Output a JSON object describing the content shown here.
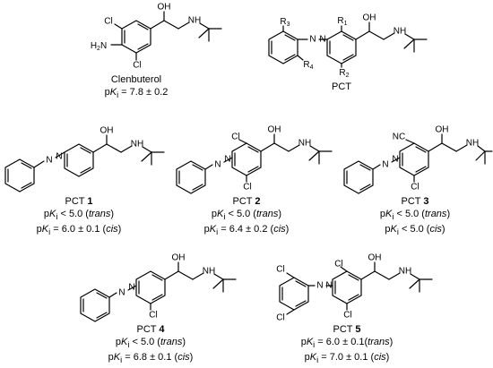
{
  "compounds": {
    "clenbuterol": {
      "name": "Clenbuterol",
      "value_prefix": "p",
      "value_k": "K",
      "value_sub": "i",
      "value_rest": " = 7.8 ± 0.2",
      "atoms": {
        "oh": "OH",
        "nh": "NH",
        "h2n": "H",
        "h2n_sub": "2",
        "h2n_n": "N",
        "cl_top": "Cl",
        "cl_bot": "Cl"
      }
    },
    "pct": {
      "name": "PCT",
      "atoms": {
        "oh": "OH",
        "nh": "NH",
        "r1": "R",
        "r1_sub": "1",
        "r2": "R",
        "r2_sub": "2",
        "r3": "R",
        "r3_sub": "3",
        "r4": "R",
        "r4_sub": "4",
        "n1": "N",
        "n2": "N"
      }
    },
    "pct1": {
      "label": "PCT ",
      "number": "1",
      "line1_value": "< 5.0 (",
      "line1_isomer": "trans",
      "line1_end": ")",
      "line2_value": " = 6.0 ± 0.1 (",
      "line2_isomer": "cis",
      "line2_end": ")",
      "atoms": {
        "oh": "OH",
        "nh": "NH",
        "n1": "N",
        "n2": "N"
      }
    },
    "pct2": {
      "label": "PCT ",
      "number": "2",
      "line1_value": "< 5.0 (",
      "line1_isomer": "trans",
      "line1_end": ")",
      "line2_value": " = 6.4 ± 0.2 (",
      "line2_isomer": "cis",
      "line2_end": ")",
      "atoms": {
        "oh": "OH",
        "nh": "NH",
        "cl_top": "Cl",
        "cl_bot": "Cl",
        "n1": "N",
        "n2": "N"
      }
    },
    "pct3": {
      "label": "PCT ",
      "number": "3",
      "line1_value": "< 5.0 (",
      "line1_isomer": "trans",
      "line1_end": ")",
      "line2_value": "< 5.0 (",
      "line2_isomer": "cis",
      "line2_end": ")",
      "atoms": {
        "oh": "OH",
        "nh": "NH",
        "nc": "NC",
        "cl_bot": "Cl",
        "n1": "N",
        "n2": "N"
      }
    },
    "pct4": {
      "label": "PCT ",
      "number": "4",
      "line1_value": "< 5.0 (",
      "line1_isomer": "trans",
      "line1_end": ")",
      "line2_value": " = 6.8 ± 0.1 (",
      "line2_isomer": "cis",
      "line2_end": ")",
      "atoms": {
        "oh": "OH",
        "nh": "NH",
        "cl_bot": "Cl",
        "n1": "N",
        "n2": "N"
      }
    },
    "pct5": {
      "label": "PCT ",
      "number": "5",
      "line1_value": " = 6.0 ± 0.1(",
      "line1_isomer": "trans",
      "line1_end": ")",
      "line2_value": " = 7.0 ± 0.1 (",
      "line2_isomer": "cis",
      "line2_end": ")",
      "atoms": {
        "oh": "OH",
        "nh": "NH",
        "cl_top": "Cl",
        "cl_bot": "Cl",
        "cl_a": "Cl",
        "cl_b": "Cl",
        "n1": "N",
        "n2": "N"
      }
    }
  },
  "pk": {
    "p": "p",
    "k": "K",
    "sub": "i"
  }
}
